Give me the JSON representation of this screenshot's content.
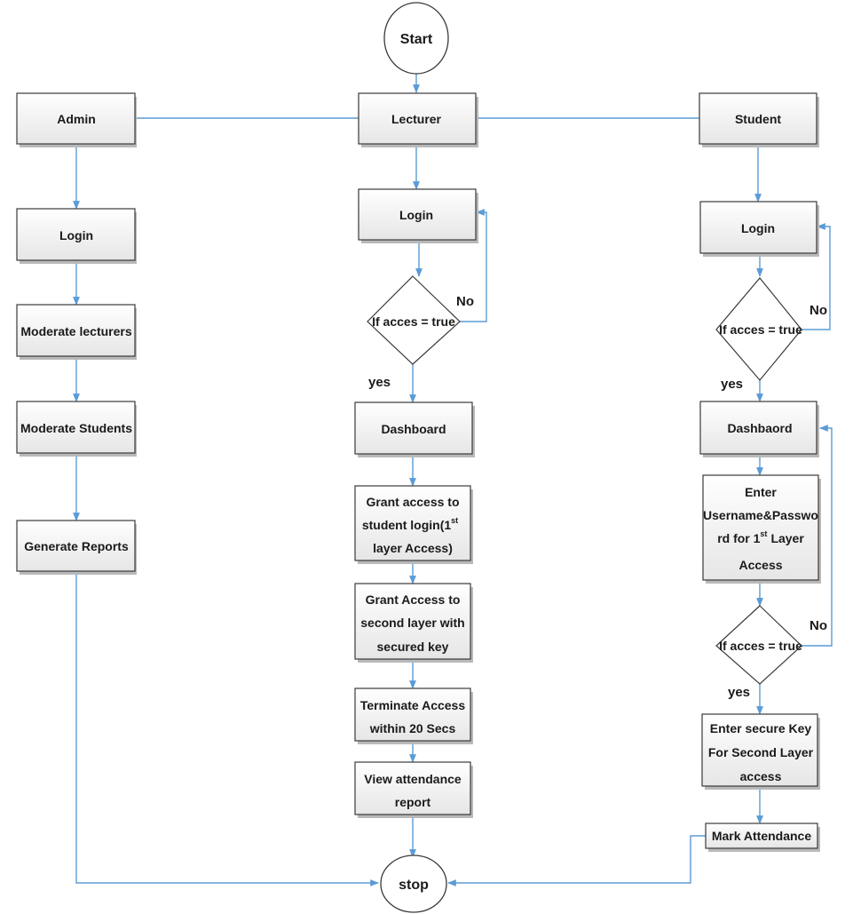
{
  "terminals": {
    "start": "Start",
    "stop": "stop"
  },
  "admin": {
    "role": "Admin",
    "login": "Login",
    "moderate_lecturers": "Moderate lecturers",
    "moderate_students": "Moderate Students",
    "generate_reports": "Generate Reports"
  },
  "lecturer": {
    "role": "Lecturer",
    "login": "Login",
    "decision": "If acces = true",
    "no": "No",
    "yes": "yes",
    "dashboard": "Dashboard",
    "grant_access_1": [
      "Grant access to",
      "student login(1",
      "layer Access)"
    ],
    "grant_access_1_sup": "st",
    "grant_access_2": [
      "Grant Access to",
      "second layer with",
      "secured key"
    ],
    "terminate": [
      "Terminate Access",
      "within 20 Secs"
    ],
    "view_report": [
      "View attendance",
      "report"
    ]
  },
  "student": {
    "role": "Student",
    "login": "Login",
    "decision_1": "If acces = true",
    "no_1": "No",
    "yes_1": "yes",
    "dashboard": "Dashbaord",
    "enter_credentials": [
      "Enter",
      "Username&Passwo",
      "rd for 1",
      "Layer",
      "Access"
    ],
    "enter_credentials_sup": "st",
    "decision_2": "If acces = true",
    "no_2": "No",
    "yes_2": "yes",
    "enter_key": [
      "Enter secure Key",
      "For Second Layer",
      "access"
    ],
    "mark_attendance": "Mark Attendance"
  },
  "colors": {
    "connector": "#5b9bd5",
    "border": "#3a3a3a"
  }
}
